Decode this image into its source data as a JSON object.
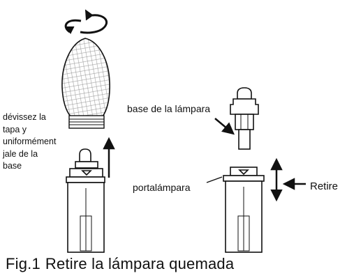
{
  "diagram": {
    "step_left": {
      "instruction_lines": [
        "dévissez la",
        "tapa y",
        "uniformément",
        "jale de la",
        "base"
      ]
    },
    "step_right": {
      "base_label": "base de la lámpara",
      "holder_label": "portalámpara",
      "action_label": "Retire"
    },
    "caption": {
      "number": "Fig.1",
      "text": "Retire la lámpara quemada"
    },
    "colors": {
      "ink": "#111111",
      "background": "#ffffff"
    },
    "icons": [
      "rotate-arrows-icon",
      "up-arrow-icon",
      "double-arrow-icon",
      "left-arrow-icon",
      "pointer-arrow-icon"
    ]
  }
}
